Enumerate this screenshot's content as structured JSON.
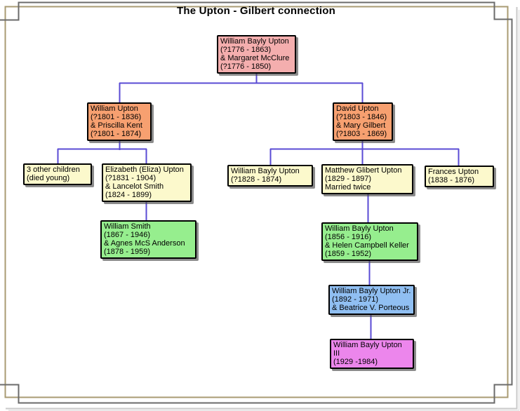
{
  "title": "The Upton - Gilbert connection",
  "colors": {
    "generation1": "#f4aeae",
    "generation2": "#f7a070",
    "generation3": "#fcf9cc",
    "generation4": "#96ee8e",
    "generation5": "#90bff2",
    "generation6": "#ec86ec",
    "connector": "#5a4bd4",
    "frame_outer_gray": "#6b6b6b",
    "frame_inner_tan": "#a99b73"
  },
  "nodes": {
    "root": {
      "label": "William Bayly Upton\n(?1776 - 1863)\n& Margaret McClure\n(?1776 - 1850)",
      "color": "#f4aeae"
    },
    "william_upton": {
      "label": "William Upton\n(?1801 - 1836)\n& Priscilla Kent\n(?1801 - 1874)",
      "color": "#f7a070",
      "parent": "root"
    },
    "david_upton": {
      "label": "David Upton\n(?1803 - 1846)\n& Mary Gilbert\n(?1803 - 1869)",
      "color": "#f7a070",
      "parent": "root"
    },
    "other_children": {
      "label": "3 other children\n(died young)",
      "color": "#fcf9cc",
      "parent": "william_upton"
    },
    "elizabeth_upton": {
      "label": "Elizabeth (Eliza) Upton\n(?1831 - 1904)\n& Lancelot Smith\n(1824 - 1899)",
      "color": "#fcf9cc",
      "parent": "william_upton"
    },
    "william_smith": {
      "label": "William Smith\n(1867 - 1946)\n& Agnes McS Anderson\n(1878 - 1959)",
      "color": "#96ee8e",
      "parent": "elizabeth_upton"
    },
    "william_bayly_upton_1828": {
      "label": "William Bayly Upton\n(?1828 - 1874)",
      "color": "#fcf9cc",
      "parent": "david_upton"
    },
    "matthew_upton": {
      "label": "Matthew Glibert Upton\n(1829 - 1897)\nMarried twice",
      "color": "#fcf9cc",
      "parent": "david_upton"
    },
    "frances_upton": {
      "label": "Frances Upton\n(1838 - 1876)",
      "color": "#fcf9cc",
      "parent": "david_upton"
    },
    "william_bayly_upton_1856": {
      "label": "William Bayly Upton\n(1856 - 1916)\n& Helen Campbell Keller\n(1859 - 1952)",
      "color": "#96ee8e",
      "parent": "matthew_upton"
    },
    "william_bayly_upton_jr": {
      "label": "William Bayly Upton Jr.\n(1892 - 1971)\n& Beatrice V. Porteous",
      "color": "#90bff2",
      "parent": "william_bayly_upton_1856"
    },
    "william_bayly_upton_iii": {
      "label": "William Bayly Upton III\n(1929 -1984)",
      "color": "#ec86ec",
      "parent": "william_bayly_upton_jr"
    }
  }
}
